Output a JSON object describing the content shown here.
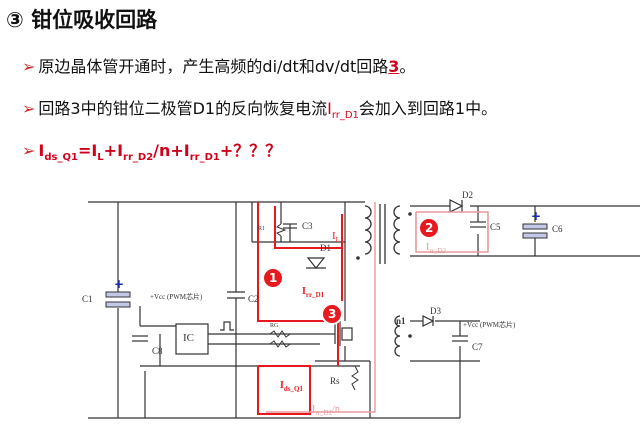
{
  "title": "③ 钳位吸收回路",
  "bullets": {
    "arrow": "➢",
    "b1_pre": "原边晶体管开通时，产生高频的di/dt和dv/dt回路",
    "b1_num": "3",
    "b1_post": "。",
    "b2_pre": "回路3中的钳位二极管D1的反向恢复电流",
    "b2_I": "I",
    "b2_sub": "rr_D1",
    "b2_post": "会加入到回路1中。",
    "b3_I1": "I",
    "b3_sub1": "ds_Q1",
    "b3_eq": "=I",
    "b3_sub2": "L",
    "b3_plus1": "+I",
    "b3_sub3": "rr_D2",
    "b3_mid": "/n+I",
    "b3_sub4": "rr_D1",
    "b3_tail": "+？？？"
  },
  "circuit": {
    "labels": {
      "c1": "C1",
      "c2": "C2",
      "c3": "C3",
      "c5": "C5",
      "c6": "C6",
      "c7": "C7",
      "c8": "C8",
      "d1": "D1",
      "d2": "D2",
      "d3": "D3",
      "ic": "IC",
      "rs": "Rs",
      "r1": "R1",
      "rg": "RG",
      "n1": "n1",
      "vcc1": "+Vcc (PWM芯片)",
      "vcc2": "+Vcc (PWM芯片)",
      "il": "I",
      "il_sub": "L",
      "irr_d1": "I",
      "irr_d1_sub": "rr_D1",
      "irr_d2": "I",
      "irr_d2_sub": "rr_D2",
      "ids": "I",
      "ids_sub": "ds_Q1",
      "irrd2n": "I",
      "irrd2n_sub": "rr_D2",
      "irrd2n_tail": "/n",
      "loop1": "1",
      "loop2": "2",
      "loop3": "3"
    },
    "colors": {
      "wire": "#333333",
      "loop": "#e8191e",
      "loop_light": "#e89a9a",
      "plus": "#1a2db4",
      "cap_fill": "#c4c8e8"
    }
  }
}
